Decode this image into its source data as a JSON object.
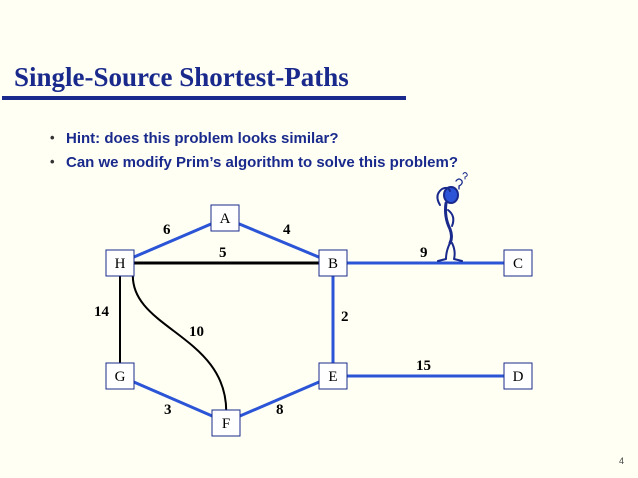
{
  "slide": {
    "title": "Single-Source Shortest-Paths",
    "bullets": [
      "Hint: does this problem looks similar?",
      "Can we modify Prim’s algorithm to solve this problem?"
    ],
    "page_number": "4"
  },
  "graph": {
    "nodes": [
      "A",
      "B",
      "C",
      "D",
      "E",
      "F",
      "G",
      "H"
    ],
    "edges": [
      {
        "from": "H",
        "to": "A",
        "weight": "6",
        "highlighted": true
      },
      {
        "from": "A",
        "to": "B",
        "weight": "4",
        "highlighted": true
      },
      {
        "from": "H",
        "to": "B",
        "weight": "5",
        "highlighted": false
      },
      {
        "from": "B",
        "to": "C",
        "weight": "9",
        "highlighted": true
      },
      {
        "from": "H",
        "to": "G",
        "weight": "14",
        "highlighted": false
      },
      {
        "from": "H",
        "to": "F",
        "weight": "10",
        "highlighted": false
      },
      {
        "from": "B",
        "to": "E",
        "weight": "2",
        "highlighted": true
      },
      {
        "from": "E",
        "to": "D",
        "weight": "15",
        "highlighted": true
      },
      {
        "from": "G",
        "to": "F",
        "weight": "3",
        "highlighted": true
      },
      {
        "from": "E",
        "to": "F",
        "weight": "8",
        "highlighted": true
      }
    ],
    "colors": {
      "highlighted_edge": "#2b55d6",
      "plain_edge": "#000000",
      "node_border": "#1a2a8c"
    }
  },
  "icons": {
    "thinker": "thinking-person-icon"
  }
}
